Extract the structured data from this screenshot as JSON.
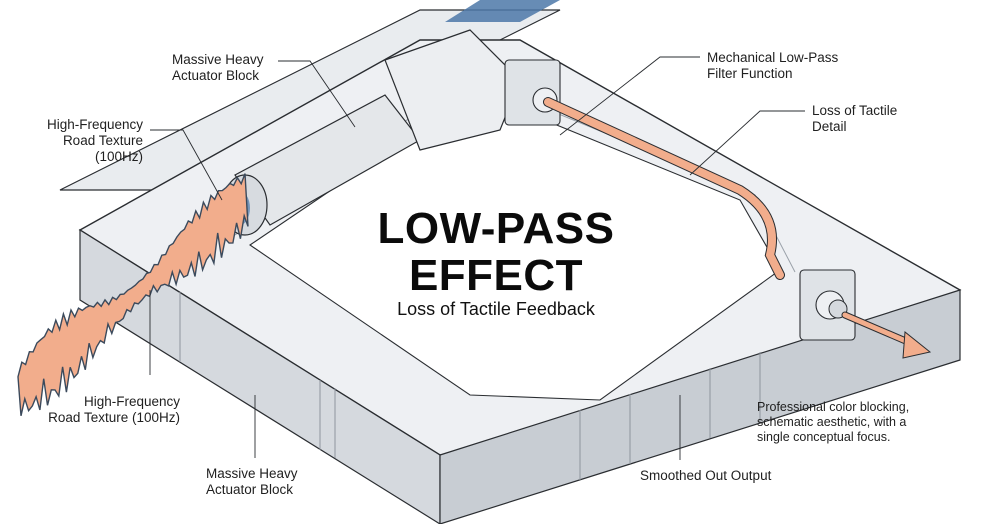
{
  "title": {
    "line1": "LOW-PASS",
    "line2": "EFFECT",
    "subtitle": "Loss of Tactile Feedback"
  },
  "callouts": {
    "actuator_top": [
      "Massive Heavy",
      "Actuator Block"
    ],
    "road_texture_top": [
      "High-Frequency",
      "Road Texture",
      "(100Hz)"
    ],
    "filter_function": [
      "Mechanical Low-Pass",
      "Filter Function"
    ],
    "tactile_detail": [
      "Loss of Tactile",
      "Detail"
    ],
    "road_texture_bottom": [
      "High-Frequency",
      "Road Texture (100Hz)"
    ],
    "actuator_bottom": [
      "Massive Heavy",
      "Actuator Block"
    ],
    "smoothed_output": "Smoothed Out Output",
    "style_note": [
      "Professional color blocking,",
      "schematic aesthetic, with a",
      "single conceptual focus."
    ]
  },
  "colors": {
    "frame_light": "#eef0f3",
    "frame_mid": "#d5d9de",
    "frame_dark": "#b9bfc6",
    "outline": "#2a2d31",
    "signal": "#f2ad8c",
    "signal_dark": "#3b4a5c",
    "rod_blue": "#4c78a8"
  }
}
